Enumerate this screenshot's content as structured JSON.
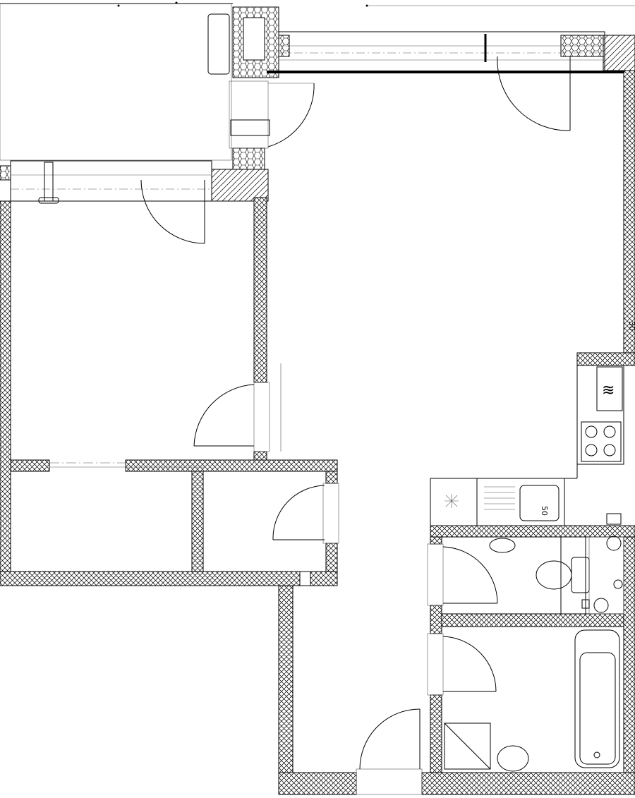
{
  "drawing": {
    "type": "apartment floor plan",
    "microwave_label": "≋",
    "hob_label": "4-burner hob",
    "sink_label": "sink",
    "boiler_label": "50",
    "dimension_mark": "30"
  },
  "colors": {
    "line": "#000000",
    "background": "#ffffff",
    "hatch": "#000000"
  }
}
